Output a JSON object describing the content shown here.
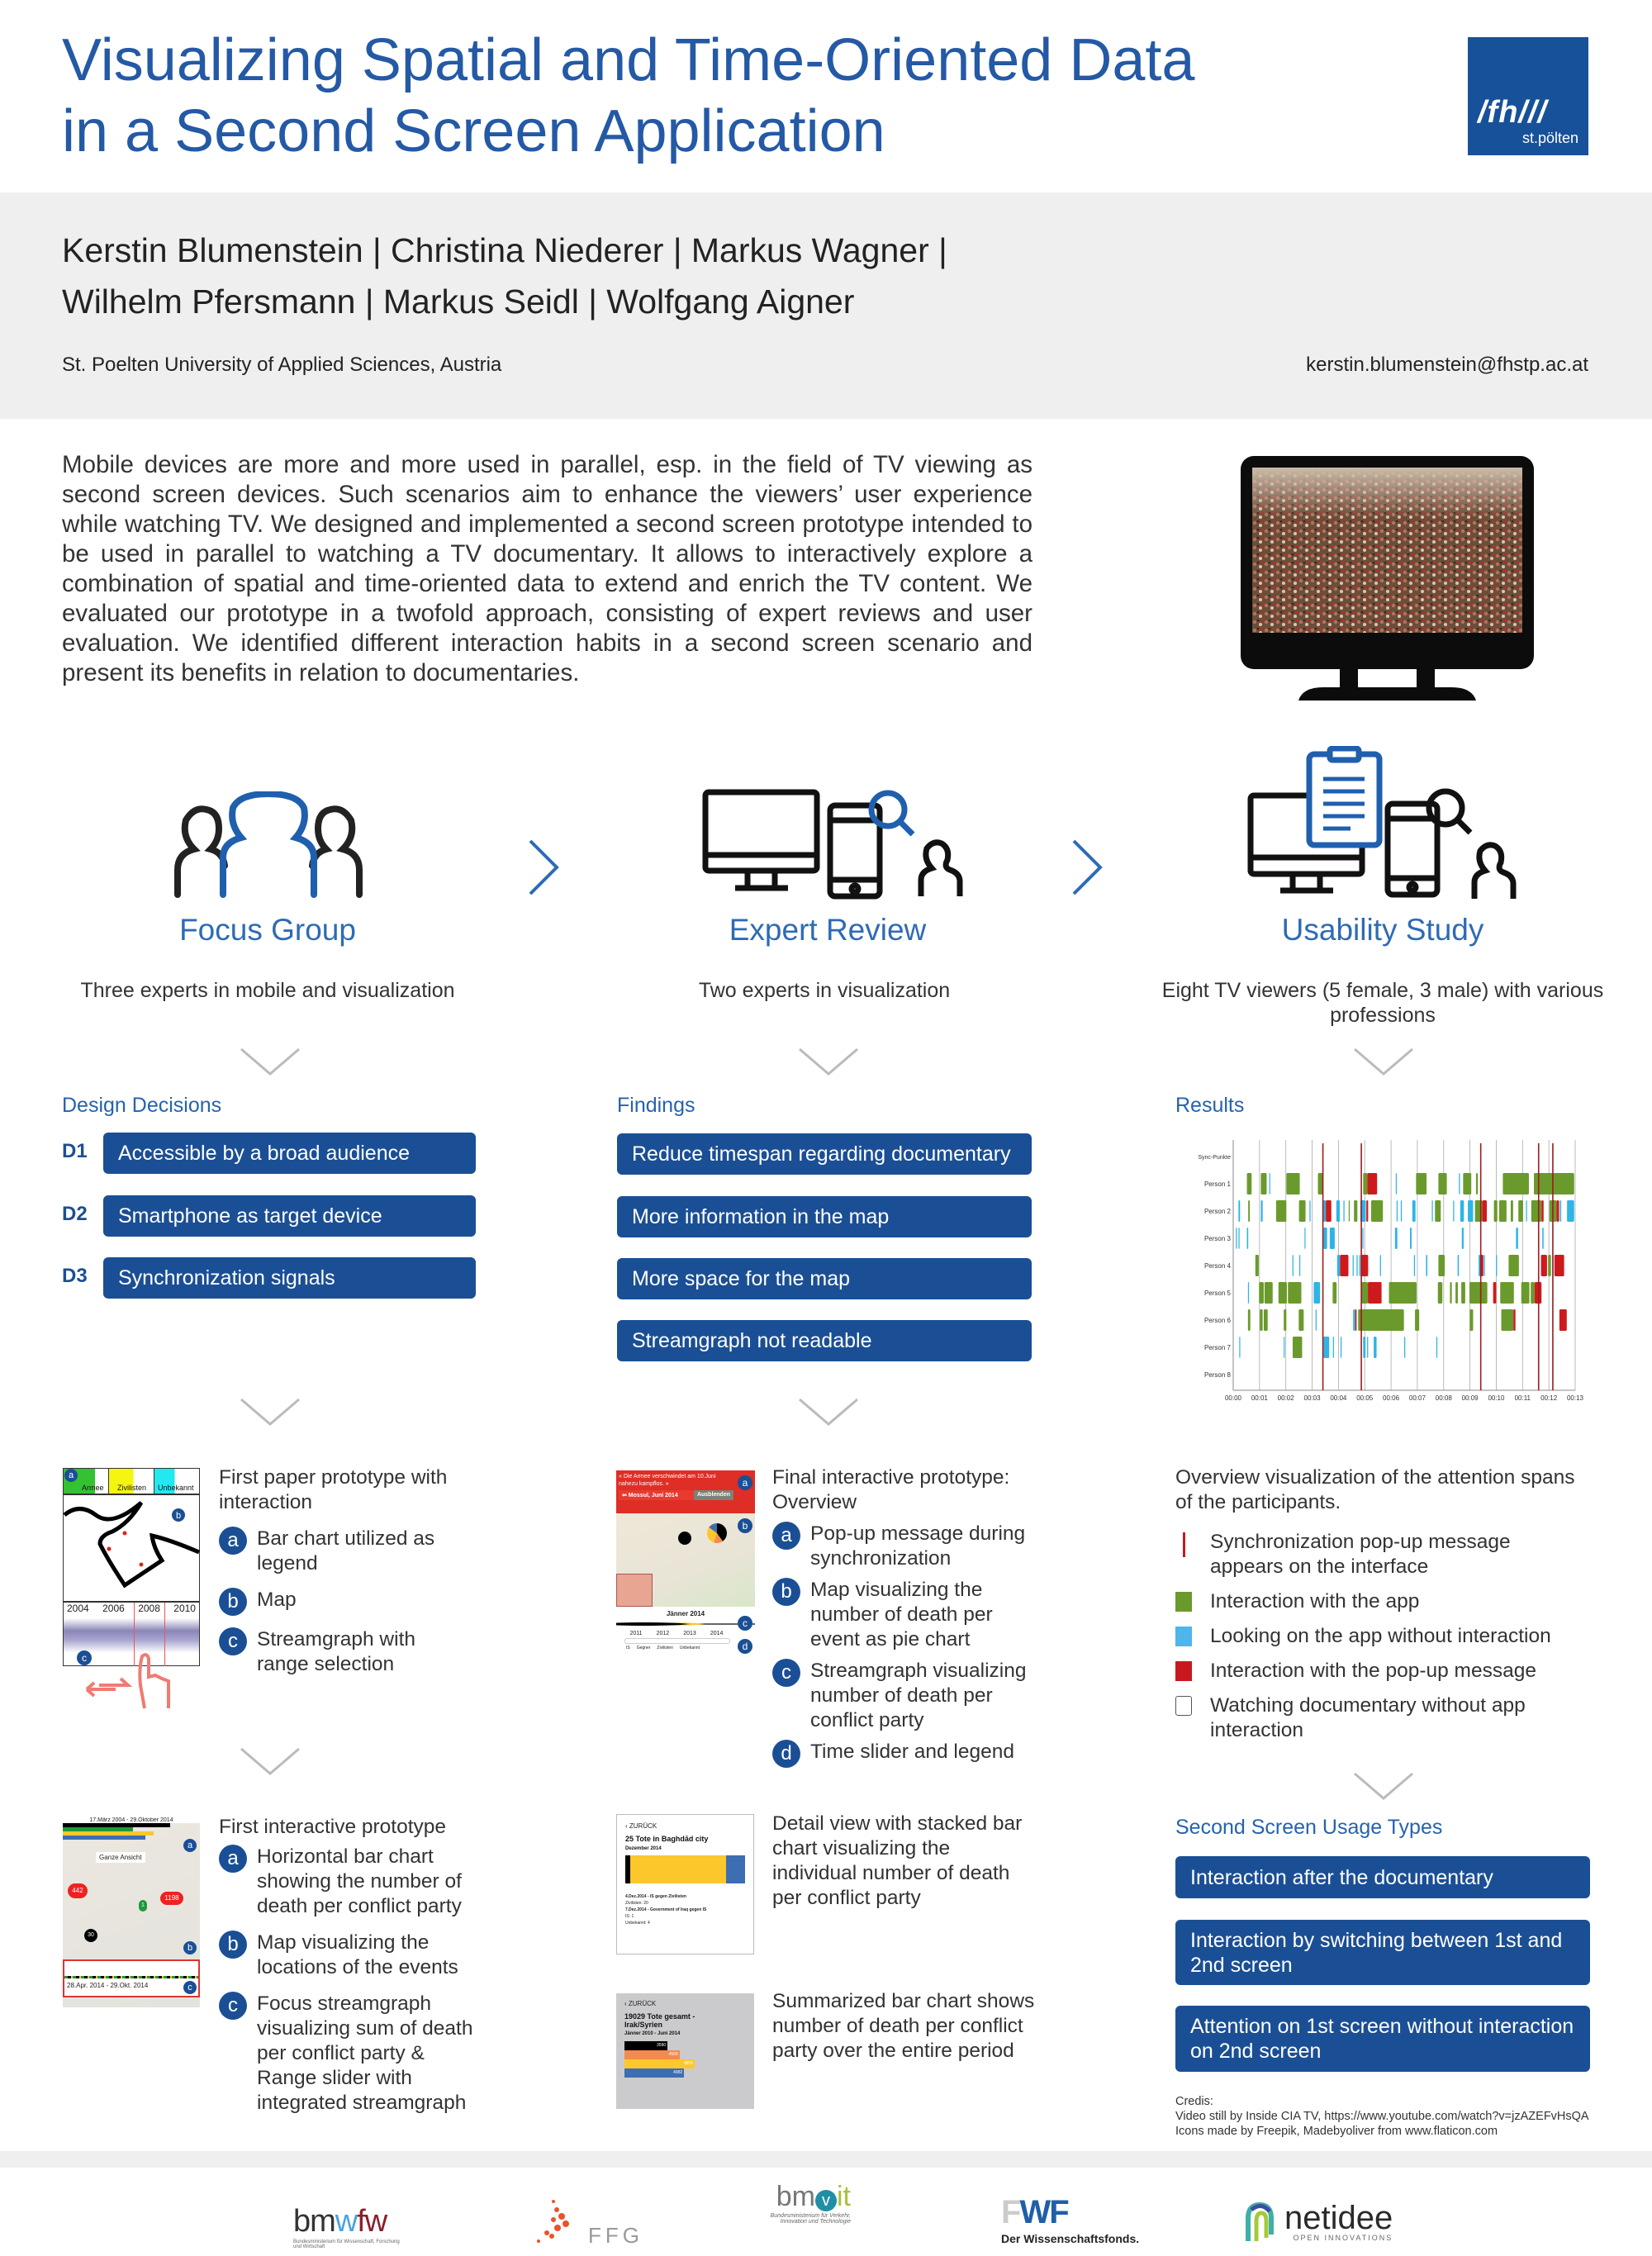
{
  "title": {
    "line1": "Visualizing Spatial and Time-Oriented Data",
    "line2": "in a Second Screen Application"
  },
  "logo": {
    "main": "/fh///",
    "sub": "st.pölten"
  },
  "authors": {
    "line1": "Kerstin Blumenstein | Christina Niederer | Markus Wagner |",
    "line2": "Wilhelm Pfersmann | Markus Seidl | Wolfgang Aigner",
    "affiliation": "St. Poelten University of Applied Sciences, Austria",
    "email": "kerstin.blumenstein@fhstp.ac.at"
  },
  "abstract": "Mobile devices are more and more used in parallel, esp. in the field of TV viewing as second screen devices. Such scenarios aim to enhance the viewers’ user experience while watching TV. We designed and implemented a second screen prototype intended to be used in parallel to watching a TV documentary. It allows to interactively explore a combination of spatial and time-oriented data to extend and enrich the TV content. We evaluated our prototype in a twofold approach, consisting of expert reviews and user evaluation. We identified different interaction habits in a second screen scenario and present its benefits in relation to documentaries.",
  "columns": [
    {
      "title": "Focus Group",
      "subtitle": "Three experts in mobile and visualization",
      "icon": "group-icon"
    },
    {
      "title": "Expert Review",
      "subtitle": "Two experts in visualization",
      "icon": "devices-search-icon"
    },
    {
      "title": "Usability Study",
      "subtitle": "Eight TV viewers (5 female, 3 male) with various professions",
      "icon": "clipboard-devices-icon"
    }
  ],
  "design": {
    "heading": "Design Decisions",
    "items": [
      {
        "id": "D1",
        "label": "Accessible by a broad audience"
      },
      {
        "id": "D2",
        "label": "Smartphone as target device"
      },
      {
        "id": "D3",
        "label": "Synchronization signals"
      }
    ]
  },
  "findings": {
    "heading": "Findings",
    "items": [
      "Reduce timespan regarding documentary",
      "More information in the map",
      "More space for the map",
      "Streamgraph not readable"
    ]
  },
  "results": {
    "heading": "Results"
  },
  "chart_data": {
    "type": "timeline",
    "title": "",
    "xlabel": "",
    "ylabel": "",
    "xlim": [
      0,
      13
    ],
    "x_ticks": [
      "00:00",
      "00:01",
      "00:02",
      "00:03",
      "00:04",
      "00:05",
      "00:06",
      "00:07",
      "00:08",
      "00:09",
      "00:10",
      "00:11",
      "00:12",
      "00:13"
    ],
    "rows": [
      "Sync-Punkte",
      "Person 1",
      "Person 2",
      "Person 3",
      "Person 4",
      "Person 5",
      "Person 6",
      "Person 7",
      "Person 8"
    ],
    "colors": {
      "g": "#6a9a2c",
      "b": "#2fb4e6",
      "r": "#cf1a1d",
      "sync": "#9b1c1f"
    },
    "sync_points": [
      3.41,
      4.87,
      9.41,
      11.61,
      12.15
    ],
    "intervals": [
      [
        [
          0.52,
          0.7,
          "g"
        ],
        [
          1.05,
          1.27,
          "g"
        ],
        [
          1.37,
          1.4,
          "b"
        ],
        [
          2.02,
          2.53,
          "g"
        ],
        [
          3.22,
          3.41,
          "g"
        ],
        [
          4.94,
          5.1,
          "g"
        ],
        [
          5.1,
          5.47,
          "r"
        ],
        [
          6.18,
          6.21,
          "b"
        ],
        [
          6.95,
          7.35,
          "g"
        ],
        [
          7.8,
          8.12,
          "g"
        ],
        [
          8.58,
          8.62,
          "b"
        ],
        [
          8.74,
          9.05,
          "g"
        ],
        [
          9.23,
          9.3,
          "g"
        ],
        [
          10.25,
          11.24,
          "g"
        ],
        [
          11.43,
          12.96,
          "g"
        ]
      ],
      [
        [
          0.2,
          0.26,
          "b"
        ],
        [
          0.57,
          0.63,
          "g"
        ],
        [
          1.05,
          1.12,
          "b"
        ],
        [
          1.63,
          2.02,
          "g"
        ],
        [
          2.5,
          2.75,
          "g"
        ],
        [
          2.9,
          2.94,
          "b"
        ],
        [
          3.41,
          3.52,
          "b"
        ],
        [
          3.52,
          3.73,
          "r"
        ],
        [
          3.92,
          4.05,
          "b"
        ],
        [
          4.19,
          4.23,
          "b"
        ],
        [
          4.39,
          4.42,
          "g"
        ],
        [
          4.59,
          4.72,
          "g"
        ],
        [
          4.83,
          5.04,
          "b"
        ],
        [
          5.06,
          5.13,
          "r"
        ],
        [
          5.24,
          5.69,
          "g"
        ],
        [
          6.21,
          6.25,
          "b"
        ],
        [
          6.37,
          6.41,
          "b"
        ],
        [
          6.81,
          6.93,
          "b"
        ],
        [
          7.55,
          7.59,
          "b"
        ],
        [
          7.67,
          7.89,
          "g"
        ],
        [
          8.36,
          8.4,
          "b"
        ],
        [
          8.63,
          8.77,
          "b"
        ],
        [
          8.92,
          9.12,
          "b"
        ],
        [
          9.19,
          9.47,
          "g"
        ],
        [
          9.47,
          9.64,
          "r"
        ],
        [
          9.91,
          10.04,
          "g"
        ],
        [
          10.11,
          10.39,
          "g"
        ],
        [
          10.55,
          10.64,
          "g"
        ],
        [
          10.84,
          11.02,
          "g"
        ],
        [
          11.13,
          11.17,
          "b"
        ],
        [
          11.33,
          11.72,
          "g"
        ],
        [
          11.72,
          11.8,
          "r"
        ],
        [
          12.02,
          12.29,
          "g"
        ],
        [
          12.29,
          12.39,
          "r"
        ],
        [
          12.42,
          12.47,
          "b"
        ],
        [
          12.69,
          12.96,
          "b"
        ]
      ],
      [
        [
          0.1,
          0.14,
          "b"
        ],
        [
          0.2,
          0.24,
          "b"
        ],
        [
          0.52,
          0.57,
          "b"
        ],
        [
          2.71,
          2.74,
          "b"
        ],
        [
          3.43,
          3.57,
          "b"
        ],
        [
          3.67,
          3.86,
          "b"
        ],
        [
          4.91,
          4.95,
          "b"
        ],
        [
          6.15,
          6.24,
          "b"
        ],
        [
          6.72,
          6.78,
          "b"
        ],
        [
          8.69,
          8.76,
          "b"
        ],
        [
          10.75,
          10.83,
          "b"
        ],
        [
          11.75,
          11.8,
          "b"
        ]
      ],
      [
        [
          0.84,
          0.97,
          "g"
        ],
        [
          2.25,
          2.29,
          "b"
        ],
        [
          2.51,
          2.55,
          "b"
        ],
        [
          3.95,
          4.06,
          "b"
        ],
        [
          4.06,
          4.38,
          "r"
        ],
        [
          4.54,
          4.58,
          "b"
        ],
        [
          4.69,
          4.73,
          "b"
        ],
        [
          4.79,
          4.83,
          "b"
        ],
        [
          4.85,
          5.13,
          "r"
        ],
        [
          5.58,
          5.62,
          "b"
        ],
        [
          6.87,
          6.91,
          "b"
        ],
        [
          7.33,
          7.38,
          "b"
        ],
        [
          7.8,
          8.04,
          "g"
        ],
        [
          8.53,
          8.58,
          "b"
        ],
        [
          9.33,
          9.39,
          "b"
        ],
        [
          9.39,
          9.51,
          "r"
        ],
        [
          9.53,
          9.57,
          "b"
        ],
        [
          9.99,
          10.03,
          "b"
        ],
        [
          10.47,
          10.86,
          "g"
        ],
        [
          11.7,
          11.93,
          "r"
        ],
        [
          11.97,
          12.08,
          "g"
        ],
        [
          12.14,
          12.18,
          "b"
        ],
        [
          12.21,
          12.58,
          "r"
        ]
      ],
      [
        [
          0.56,
          0.6,
          "b"
        ],
        [
          0.98,
          1.16,
          "g"
        ],
        [
          1.19,
          1.5,
          "g"
        ],
        [
          1.72,
          2.04,
          "g"
        ],
        [
          2.08,
          2.59,
          "g"
        ],
        [
          3.06,
          3.3,
          "b"
        ],
        [
          3.78,
          3.93,
          "g"
        ],
        [
          4.88,
          5.12,
          "g"
        ],
        [
          5.12,
          5.64,
          "r"
        ],
        [
          5.92,
          6.97,
          "g"
        ],
        [
          7.78,
          7.95,
          "g"
        ],
        [
          8.24,
          8.31,
          "g"
        ],
        [
          8.45,
          8.54,
          "g"
        ],
        [
          8.67,
          8.82,
          "g"
        ],
        [
          8.98,
          9.66,
          "g"
        ],
        [
          9.88,
          10.0,
          "r"
        ],
        [
          10.15,
          10.67,
          "g"
        ],
        [
          10.95,
          11.26,
          "g"
        ],
        [
          11.31,
          11.46,
          "g"
        ],
        [
          11.46,
          11.72,
          "r"
        ]
      ],
      [
        [
          0.56,
          0.65,
          "g"
        ],
        [
          1.01,
          1.12,
          "g"
        ],
        [
          1.16,
          1.31,
          "g"
        ],
        [
          1.92,
          2.02,
          "g"
        ],
        [
          2.49,
          2.68,
          "g"
        ],
        [
          3.13,
          3.17,
          "b"
        ],
        [
          4.56,
          4.64,
          "b"
        ],
        [
          4.64,
          4.69,
          "r"
        ],
        [
          4.75,
          6.49,
          "g"
        ],
        [
          6.91,
          7.07,
          "g"
        ],
        [
          8.99,
          9.12,
          "g"
        ],
        [
          10.19,
          10.65,
          "g"
        ],
        [
          10.65,
          10.73,
          "r"
        ],
        [
          12.4,
          12.68,
          "r"
        ]
      ],
      [
        [
          0.23,
          0.26,
          "b"
        ],
        [
          1.92,
          1.95,
          "b"
        ],
        [
          2.26,
          2.62,
          "g"
        ],
        [
          3.43,
          3.65,
          "b"
        ],
        [
          3.79,
          3.83,
          "b"
        ],
        [
          4.08,
          4.12,
          "b"
        ],
        [
          4.94,
          5.03,
          "b"
        ],
        [
          5.09,
          5.13,
          "b"
        ],
        [
          5.34,
          5.45,
          "b"
        ],
        [
          6.5,
          6.54,
          "b"
        ],
        [
          7.72,
          7.76,
          "b"
        ]
      ],
      []
    ]
  },
  "proto1": {
    "intro": "First paper prototype with interaction",
    "items": [
      {
        "badge": "a",
        "text": "Bar chart utilized as legend"
      },
      {
        "badge": "b",
        "text": "Map"
      },
      {
        "badge": "c",
        "text": "Streamgraph with range selection"
      }
    ],
    "thumb": {
      "legend": [
        "Armee",
        "Zivilisten",
        "Unbekannt"
      ],
      "years": [
        "2004",
        "2006",
        "2008",
        "2010"
      ]
    }
  },
  "proto2": {
    "intro": "Final interactive prototype: Overview",
    "items": [
      {
        "badge": "a",
        "text": "Pop-up message during synchronization"
      },
      {
        "badge": "b",
        "text": "Map visualizing the number of death per event as pie chart"
      },
      {
        "badge": "c",
        "text": "Streamgraph visualizing number of death per conflict party"
      },
      {
        "badge": "d",
        "text": "Time slider and legend"
      }
    ],
    "thumb": {
      "quote": "« Die Armee verschwindet am 10.Juni nahezu kampflos. »",
      "place": "⇚ Mossul, Juni 2014",
      "hide": "Ausblenden",
      "month": "Jänner 2014",
      "years": [
        "2011",
        "2012",
        "2013",
        "2014"
      ],
      "legend": [
        "IS",
        "Gegner",
        "Zivilisten",
        "Unbekannt"
      ]
    }
  },
  "overview": {
    "intro": "Overview visualization of the attention spans of the participants.",
    "legend": [
      {
        "kind": "sync",
        "text": "Synchronization pop-up message appears on the interface"
      },
      {
        "kind": "green",
        "text": "Interaction with the app"
      },
      {
        "kind": "blue",
        "text": "Looking on the app without interaction"
      },
      {
        "kind": "red",
        "text": "Interaction with the pop-up message"
      },
      {
        "kind": "empty",
        "text": "Watching documentary without app interaction"
      }
    ]
  },
  "proto3": {
    "intro": "First interactive prototype",
    "items": [
      {
        "badge": "a",
        "text": "Horizontal bar chart showing the number of death per conflict party"
      },
      {
        "badge": "b",
        "text": "Map visualizing the locations of the events"
      },
      {
        "badge": "c",
        "text": "Focus streamgraph visualizing sum of death per conflict party & Range slider with integrated streamgraph"
      }
    ],
    "thumb": {
      "range": "17.März 2004 - 29.Oktober 2014",
      "button": "Ganze Ansicht",
      "period": "28.Apr. 2014 - 29.Okt. 2014",
      "clusters": [
        "442",
        "1198",
        "30",
        "1"
      ]
    }
  },
  "detail": {
    "text": "Detail view with stacked bar chart visualizing the individual number of death per conflict party",
    "thumb": {
      "back": "‹ ZURÜCK",
      "title": "25 Tote in Baghdād city",
      "month": "Dezember 2014",
      "e1": "4.Dez.2014 - IS gegen Zivilisten",
      "e1b": "Zivilisten: 20",
      "e2": "7.Dez.2014 - Government of Iraq gegen IS",
      "e2b": "IS: 1",
      "e2c": "Unbekannt: 4"
    }
  },
  "summary": {
    "text": "Summarized bar chart shows number of death per conflict party over the entire period",
    "thumb": {
      "back": "‹ ZURÜCK",
      "title": "19029 Tote gesamt - Irak/Syrien",
      "period": "Jänner 2010 - Juni 2014",
      "bars": [
        {
          "value": 3590,
          "color": "#000000"
        },
        {
          "value": 4599,
          "color": "#f58a4e"
        },
        {
          "value": 5858,
          "color": "#fcc72c"
        },
        {
          "value": 4982,
          "color": "#3d6db3"
        }
      ]
    }
  },
  "usage": {
    "heading": "Second Screen Usage Types",
    "items": [
      "Interaction after the documentary",
      "Interaction by switching between 1st and 2nd screen",
      "Attention on 1st screen without interaction on 2nd screen"
    ]
  },
  "credits": {
    "line1": "Credis:",
    "line2": "Video still by Inside CIA TV, https://www.youtube.com/watch?v=jzAZEFvHsQA",
    "line3": "Icons made by  Freepik, Madebyoliver from www.flaticon.com"
  },
  "sponsors": [
    {
      "name": "bmwfw",
      "sub": "Bundesministerium für Wissenschaft, Forschung und Wirtschaft"
    },
    {
      "name": "FFG"
    },
    {
      "name": "bmvit",
      "sub": "Bundesministerium für Verkehr, Innovation und Technologie"
    },
    {
      "name": "FWF",
      "sub": "Der Wissenschaftsfonds."
    },
    {
      "name": "netidee",
      "sub": "OPEN INNOVATIONS"
    }
  ]
}
